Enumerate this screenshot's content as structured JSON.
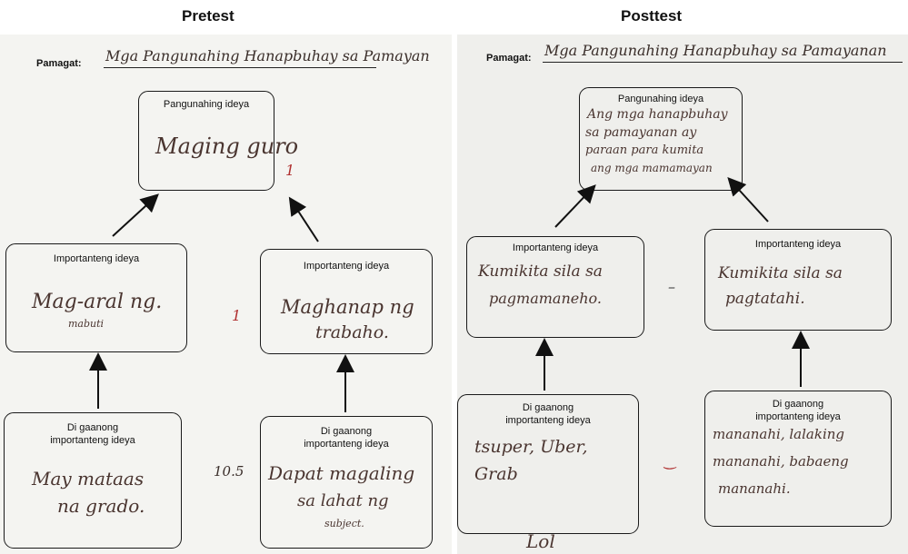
{
  "pretest": {
    "header": "Pretest",
    "title_label": "Pamagat:",
    "title_text": "Mga Pangunahing Hanapbuhay sa Pamayan",
    "main": {
      "label": "Pangunahing ideya",
      "text": "Maging guro",
      "score": "1"
    },
    "imp_left": {
      "label": "Importanteng ideya",
      "line1": "Mag-aral ng.",
      "line2": "mabuti"
    },
    "imp_right": {
      "label": "Importanteng ideya",
      "line1": "Maghanap ng",
      "line2": "trabaho."
    },
    "minor_left": {
      "label_line1": "Di gaanong",
      "label_line2": "importanteng ideya",
      "line1": "May mataas",
      "line2": "na grado."
    },
    "minor_right": {
      "label_line1": "Di gaanong",
      "label_line2": "importanteng ideya",
      "line1": "Dapat magaling",
      "line2": "sa lahat ng",
      "line3": "subject."
    },
    "mid_score": "1",
    "total_score": "10.5"
  },
  "posttest": {
    "header": "Posttest",
    "title_label": "Pamagat:",
    "title_text": "Mga Pangunahing Hanapbuhay sa Pamayanan",
    "main": {
      "label": "Pangunahing ideya",
      "line1": "Ang mga hanapbuhay",
      "line2": "sa pamayanan ay",
      "line3": "paraan para kumita",
      "line4": "ang mga mamamayan"
    },
    "imp_left": {
      "label": "Importanteng ideya",
      "line1": "Kumikita sila sa",
      "line2": "pagmamaneho."
    },
    "imp_right": {
      "label": "Importanteng ideya",
      "line1": "Kumikita sila sa",
      "line2": "pagtatahi."
    },
    "minor_left": {
      "label_line1": "Di gaanong",
      "label_line2": "importanteng ideya",
      "line1": "tsuper, Uber,",
      "line2": "Grab"
    },
    "minor_right": {
      "label_line1": "Di gaanong",
      "label_line2": "importanteng ideya",
      "line1": "mananahi, lalaking",
      "line2": "mananahi, babaeng",
      "line3": "mananahi."
    },
    "bottom_note": "Lol"
  }
}
